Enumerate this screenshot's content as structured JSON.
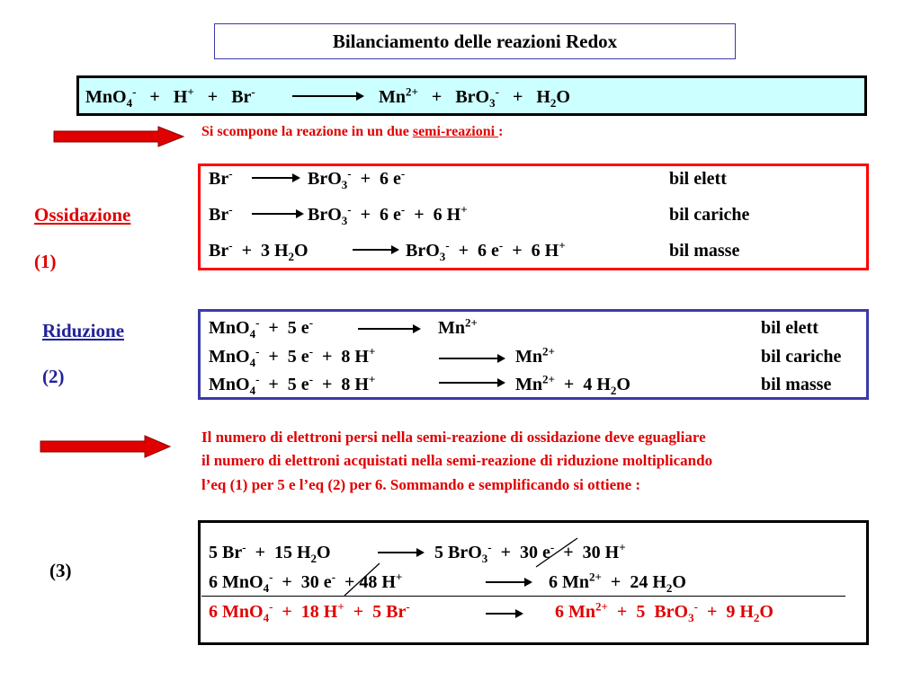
{
  "title": "Bilanciamento  delle  reazioni  Redox",
  "overall": {
    "left_a": "MnO",
    "left_a_sub": "4",
    "left_a_sup": "-",
    "plus1": "+",
    "h": "H",
    "h_sup": "+",
    "plus2": "+",
    "br": "Br",
    "br_sup": "-",
    "mn": "Mn",
    "mn_sup": "2+",
    "plus3": "+",
    "bro": "BrO",
    "bro_sub": "3",
    "bro_sup": "-",
    "plus4": "+",
    "water": "H",
    "water_sub": "2",
    "water_o": "O"
  },
  "note1": {
    "text": "Si scompone  la reazione in un due ",
    "underlined": "semi-reazioni  ",
    "end": " :"
  },
  "ox": {
    "label": "Ossidazione",
    "num": "(1)",
    "lines": [
      {
        "left": "Br",
        "left_sup": "-",
        "right": "BrO",
        "right_sub": "3",
        "right_sup": "-",
        "tail": "  +  6 e",
        "tail_sup": "-",
        "tail2": "",
        "tail2_sup": "",
        "tag": "bil  elett"
      },
      {
        "left": "Br",
        "left_sup": "-",
        "right": "BrO",
        "right_sub": "3",
        "right_sup": "-",
        "tail": "  +  6 e",
        "tail_sup": "-",
        "tail2": "  +  6 H",
        "tail2_sup": "+",
        "tag": "bil  cariche"
      },
      {
        "left": "Br",
        "left_sup": "-",
        "left_extra": "  +  3 H",
        "left_extra_sub": "2",
        "left_extra2": "O",
        "right": "BrO",
        "right_sub": "3",
        "right_sup": "-",
        "tail": "  +  6 e",
        "tail_sup": "-",
        "tail2": "  +  6 H",
        "tail2_sup": "+",
        "tag": "bil  masse"
      }
    ]
  },
  "red": {
    "label": "Riduzione",
    "num": "(2)",
    "lines": [
      {
        "left": "MnO",
        "left_sub": "4",
        "left_sup": "-",
        "left_tail": "  +  5 e",
        "left_tail_sup": "-",
        "left_tail2": "",
        "left_tail2_sup": "",
        "right": "Mn",
        "right_sup": "2+",
        "right_tail": "",
        "right_tail_sub": "",
        "right_tail2": "",
        "tag": "bil  elett"
      },
      {
        "left": "MnO",
        "left_sub": "4",
        "left_sup": "-",
        "left_tail": "  +  5 e",
        "left_tail_sup": "-",
        "left_tail2": "  +  8 H",
        "left_tail2_sup": "+",
        "right": "Mn",
        "right_sup": "2+",
        "right_tail": "",
        "right_tail_sub": "",
        "right_tail2": "",
        "tag": "bil  cariche"
      },
      {
        "left": "MnO",
        "left_sub": "4",
        "left_sup": "-",
        "left_tail": "  +  5 e",
        "left_tail_sup": "-",
        "left_tail2": "  +  8 H",
        "left_tail2_sup": "+",
        "right": "Mn",
        "right_sup": "2+",
        "right_tail": "  +  4 H",
        "right_tail_sub": "2",
        "right_tail2": "O",
        "tag": "bil masse"
      }
    ]
  },
  "note2": [
    "Il numero di elettroni persi nella semi-reazione di ossidazione deve eguagliare",
    "il numero di elettroni acquistati nella semi-reazione di riduzione moltiplicando",
    "l’eq (1) per 5 e l’eq (2) per 6. Sommando e semplificando si ottiene :"
  ],
  "sum": {
    "num": "(3)",
    "l1": {
      "a": "5 Br",
      "a_sup": "-",
      "b": "  +  15 H",
      "b_sub": "2",
      "c": "O",
      "d": "5 BrO",
      "d_sub": "3",
      "d_sup": "-",
      "e": "  +  30 e",
      "e_sup": "-",
      "f": "  +  30 H",
      "f_sup": "+"
    },
    "l2": {
      "a": "6 MnO",
      "a_sub": "4",
      "a_sup": "-",
      "b": "  +  30 e",
      "b_sup": "-",
      "c": "  + 48 H",
      "c_sup": "+",
      "d": "6 Mn",
      "d_sup": "2+",
      "e": "  +  24 H",
      "e_sub": "2",
      "f": "O"
    },
    "l3": {
      "a": "6 MnO",
      "a_sub": "4",
      "a_sup": "-",
      "b": "  +  18 H",
      "b_sup": "+",
      "c": "  +  5 Br",
      "c_sup": "-",
      "d": "6 Mn",
      "d_sup": "2+",
      "e": "  +  5  BrO",
      "e_sub": "3",
      "e_sup": "-",
      "f": "  +  9 H",
      "f_sub": "2",
      "g": "O"
    }
  },
  "colors": {
    "red": "#e00000",
    "blue": "#22229a",
    "cyan": "#ccffff",
    "arrow_red": "#e00000"
  }
}
